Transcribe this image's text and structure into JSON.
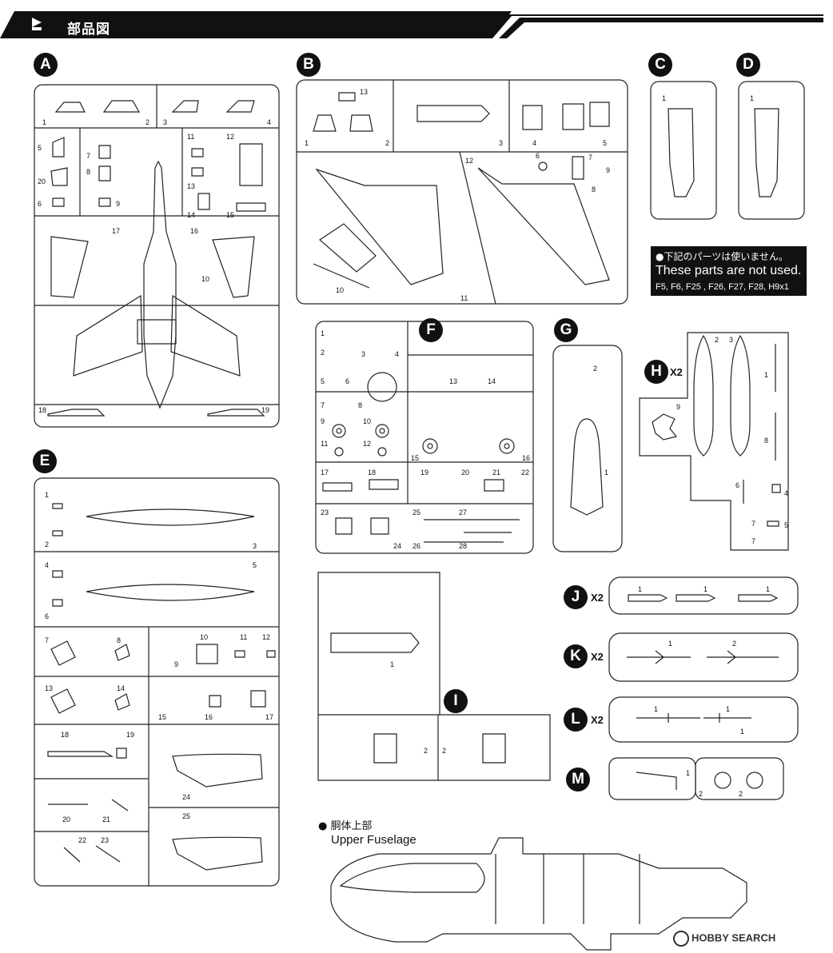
{
  "header": {
    "title": "部品図"
  },
  "notice": {
    "jp": "●下記のパーツは使いません。",
    "en": "These parts are not used.",
    "list": "F5, F6, F25 , F26, F27, F28, H9x1"
  },
  "sprues": [
    {
      "id": "A",
      "multiplier": ""
    },
    {
      "id": "B",
      "multiplier": ""
    },
    {
      "id": "C",
      "multiplier": ""
    },
    {
      "id": "D",
      "multiplier": ""
    },
    {
      "id": "E",
      "multiplier": ""
    },
    {
      "id": "F",
      "multiplier": ""
    },
    {
      "id": "G",
      "multiplier": ""
    },
    {
      "id": "H",
      "multiplier": "X2"
    },
    {
      "id": "I",
      "multiplier": ""
    },
    {
      "id": "J",
      "multiplier": "X2"
    },
    {
      "id": "K",
      "multiplier": "X2"
    },
    {
      "id": "L",
      "multiplier": "X2"
    },
    {
      "id": "M",
      "multiplier": ""
    }
  ],
  "part_numbers": {
    "A": [
      "1",
      "2",
      "3",
      "4",
      "5",
      "7",
      "8",
      "20",
      "6",
      "9",
      "11",
      "12",
      "13",
      "14",
      "15",
      "17",
      "16",
      "10",
      "18",
      "19"
    ],
    "B": [
      "13",
      "1",
      "2",
      "3",
      "4",
      "5",
      "6",
      "7",
      "8",
      "9",
      "12",
      "10",
      "11"
    ],
    "C": [
      "1"
    ],
    "D": [
      "1"
    ],
    "E": [
      "1",
      "2",
      "3",
      "4",
      "5",
      "6",
      "7",
      "8",
      "9",
      "10",
      "11",
      "12",
      "13",
      "14",
      "15",
      "16",
      "17",
      "18",
      "19",
      "24",
      "25",
      "20",
      "21",
      "22",
      "23"
    ],
    "F": [
      "1",
      "2",
      "3",
      "4",
      "5",
      "6",
      "7",
      "8",
      "13",
      "14",
      "9",
      "10",
      "11",
      "12",
      "15",
      "16",
      "17",
      "18",
      "19",
      "20",
      "21",
      "22",
      "23",
      "24",
      "25",
      "27",
      "26",
      "28"
    ],
    "G": [
      "2",
      "1"
    ],
    "H": [
      "1",
      "2",
      "3",
      "9",
      "8",
      "6",
      "4",
      "5",
      "7",
      "7"
    ],
    "I": [
      "1",
      "2",
      "2"
    ],
    "J": [
      "1",
      "1",
      "1"
    ],
    "K": [
      "1",
      "2"
    ],
    "L": [
      "1",
      "1",
      "1"
    ],
    "M": [
      "1",
      "2",
      "2"
    ]
  },
  "fuselage": {
    "bullet": "●",
    "jp": "胴体上部",
    "en": "Upper Fuselage"
  },
  "watermark": {
    "text": "HOBBY SEARCH"
  }
}
